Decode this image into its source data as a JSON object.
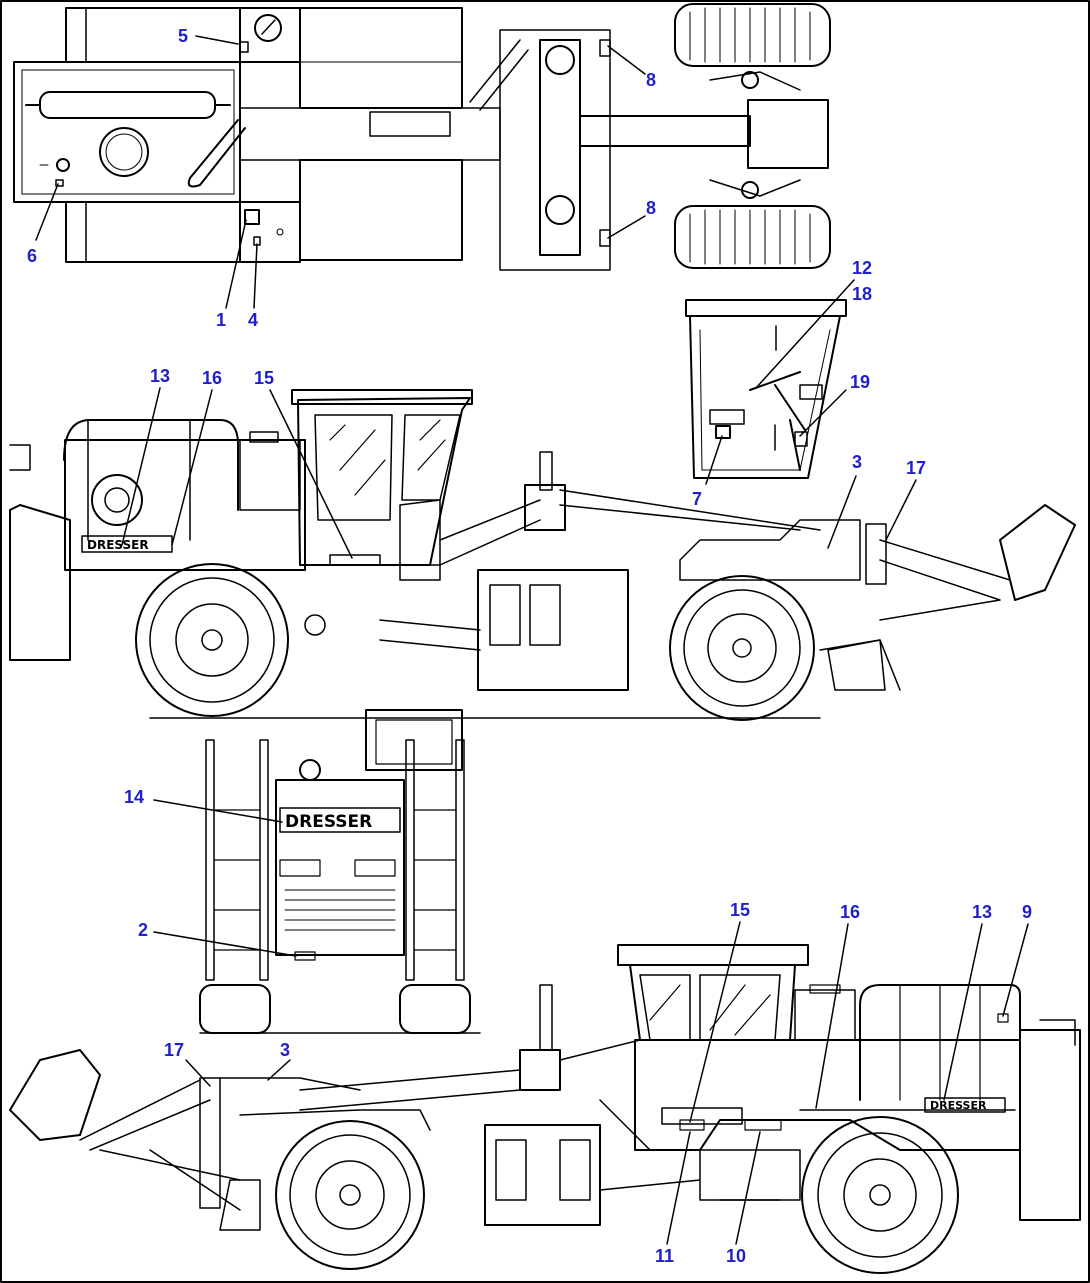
{
  "colors": {
    "line": "#000000",
    "callout": "#1f1fcc",
    "background": "#ffffff"
  },
  "brand": "DRESSER",
  "callouts": [
    {
      "id": "c1",
      "label": "1"
    },
    {
      "id": "c2",
      "label": "2"
    },
    {
      "id": "c3a",
      "label": "3"
    },
    {
      "id": "c3b",
      "label": "3"
    },
    {
      "id": "c4",
      "label": "4"
    },
    {
      "id": "c5",
      "label": "5"
    },
    {
      "id": "c6",
      "label": "6"
    },
    {
      "id": "c7",
      "label": "7"
    },
    {
      "id": "c8a",
      "label": "8"
    },
    {
      "id": "c8b",
      "label": "8"
    },
    {
      "id": "c9",
      "label": "9"
    },
    {
      "id": "c10",
      "label": "10"
    },
    {
      "id": "c11",
      "label": "11"
    },
    {
      "id": "c12",
      "label": "12"
    },
    {
      "id": "c13a",
      "label": "13"
    },
    {
      "id": "c13b",
      "label": "13"
    },
    {
      "id": "c14",
      "label": "14"
    },
    {
      "id": "c15a",
      "label": "15"
    },
    {
      "id": "c15b",
      "label": "15"
    },
    {
      "id": "c16a",
      "label": "16"
    },
    {
      "id": "c16b",
      "label": "16"
    },
    {
      "id": "c17a",
      "label": "17"
    },
    {
      "id": "c17b",
      "label": "17"
    },
    {
      "id": "c18",
      "label": "18"
    },
    {
      "id": "c19",
      "label": "19"
    }
  ]
}
